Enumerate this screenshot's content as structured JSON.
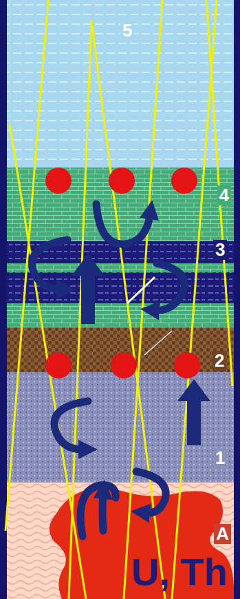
{
  "diagram": {
    "nodes": [
      {
        "text": [
          "5"
        ]
      },
      {
        "text": [
          "4"
        ]
      },
      {
        "text": [
          "3"
        ]
      },
      {
        "text": [
          "2"
        ]
      },
      {
        "text": [
          "1"
        ]
      },
      {
        "text": [
          "A"
        ]
      },
      {
        "text": [
          "U, Th"
        ],
        "in": 5
      }
    ]
  }
}
